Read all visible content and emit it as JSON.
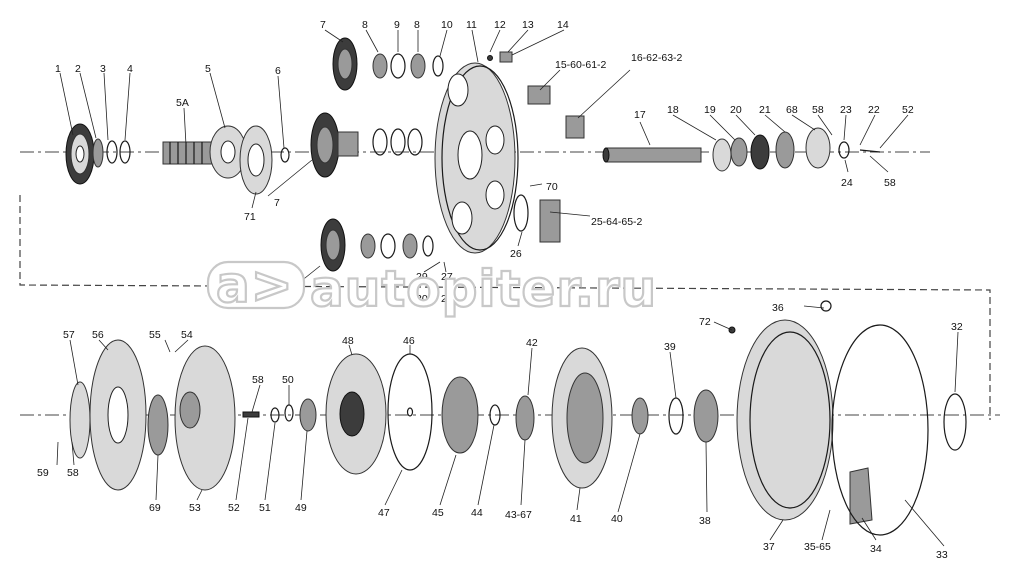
{
  "watermark": {
    "text": "autopiter.ru",
    "logo_glyph": "a>"
  },
  "labels": {
    "l1": "1",
    "l2": "2",
    "l3": "3",
    "l4": "4",
    "l5": "5",
    "l5a": "5A",
    "l6": "6",
    "l7a": "7",
    "l7b": "7",
    "l8a": "8",
    "l9": "9",
    "l8b": "8",
    "l10": "10",
    "l11": "11",
    "l12": "12",
    "l13": "13",
    "l14": "14",
    "l15": "15-60-61-2",
    "l16": "16-62-63-2",
    "l17": "17",
    "l18": "18",
    "l19": "19",
    "l20": "20",
    "l21": "21",
    "l68": "68",
    "l58a": "58",
    "l23": "23",
    "l22": "22",
    "l52a": "52",
    "l24": "24",
    "l58b": "58",
    "l70": "70",
    "l25": "25-64-65-2",
    "l26": "26",
    "l71": "71",
    "l29": "29",
    "l27": "27",
    "l30": "30",
    "l28": "28",
    "l31": "31",
    "l36": "36",
    "l72": "72",
    "l32": "32",
    "l57": "57",
    "l56": "56",
    "l55": "55",
    "l54": "54",
    "l48a": "48",
    "l46": "46",
    "l42": "42",
    "l39": "39",
    "l58c": "58",
    "l50": "50",
    "l59": "59",
    "l58d": "58",
    "l69": "69",
    "l53": "53",
    "l52b": "52",
    "l51": "51",
    "l49": "49",
    "l47": "47",
    "l45": "45",
    "l44": "44",
    "l4367": "43-67",
    "l41": "41",
    "l40": "40",
    "l38": "38",
    "l37": "37",
    "l3565": "35-65",
    "l34": "34",
    "l33": "33"
  },
  "colors": {
    "ink": "#1a1a1a",
    "shade": "#9a9a9a",
    "watermark": "#c8c8c8"
  }
}
